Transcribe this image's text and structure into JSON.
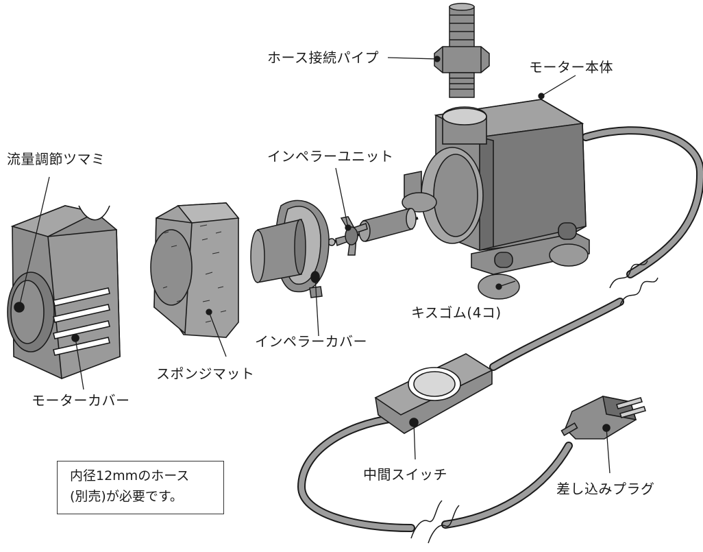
{
  "labels": {
    "hose_pipe": "ホース接続パイプ",
    "motor_body": "モーター本体",
    "flow_knob": "流量調節ツマミ",
    "impeller_unit": "インペラーユニット",
    "kiss_rubber": "キスゴム(4コ)",
    "impeller_cover": "インペラーカバー",
    "sponge_mat": "スポンジマット",
    "motor_cover": "モーターカバー",
    "middle_switch": "中間スイッチ",
    "plug": "差し込みプラグ"
  },
  "note": {
    "line1": "内径12mmのホース",
    "line2": "(別売)が必要です。"
  },
  "colors": {
    "part_fill": "#8e8e8e",
    "part_dark": "#6b6b6b",
    "part_light": "#b4b4b4",
    "cable": "#9d9d9d",
    "outline": "#1a1a1a"
  },
  "icons": [
    "motor-body-icon",
    "motor-cover-icon",
    "sponge-mat-icon",
    "impeller-cover-icon",
    "impeller-unit-icon",
    "hose-pipe-icon",
    "switch-icon",
    "plug-icon",
    "kiss-rubber-icon"
  ]
}
